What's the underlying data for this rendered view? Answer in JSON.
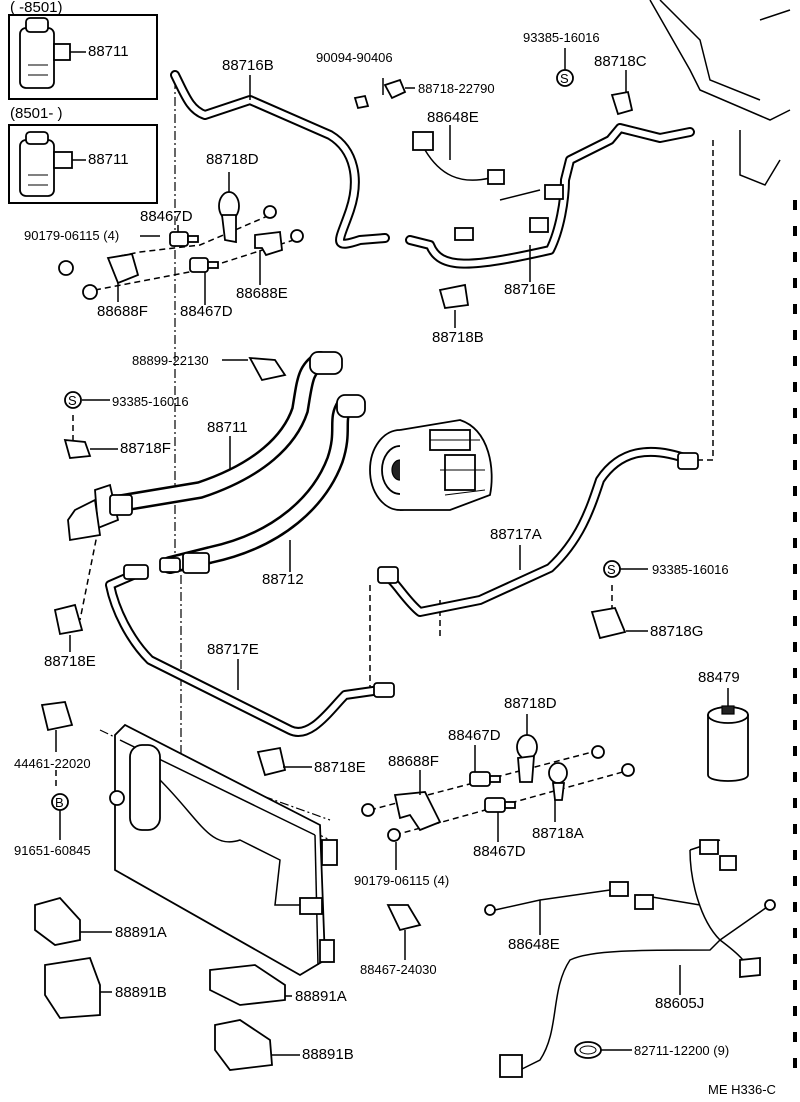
{
  "diagram_code": "ME H336-C",
  "inset_boxes": [
    {
      "range": "(       -8501)",
      "part": "88711"
    },
    {
      "range": "(8501-          )",
      "part": "88711"
    }
  ],
  "labels": {
    "p88716B": "88716B",
    "p90094": "90094-90406",
    "p88718_22790": "88718-22790",
    "p93385_top": "93385-16016",
    "p88718C": "88718C",
    "p88648E_top": "88648E",
    "p88718D_top": "88718D",
    "p88467D_a": "88467D",
    "p90179_top": "90179-06115 (4)",
    "p88688E": "88688E",
    "p88688F_top": "88688F",
    "p88467D_b": "88467D",
    "p88716E": "88716E",
    "p88718B": "88718B",
    "p88899": "88899-22130",
    "p93385_left": "93385-16016",
    "p88718F": "88718F",
    "p88711": "88711",
    "p88712": "88712",
    "p88717A": "88717A",
    "p93385_right": "93385-16016",
    "p88718G": "88718G",
    "p88718E_left": "88718E",
    "p88717E": "88717E",
    "p88479": "88479",
    "p44461": "44461-22020",
    "p88718E_mid": "88718E",
    "p88718D_low": "88718D",
    "p88467D_c": "88467D",
    "p88688F_low": "88688F",
    "p88718A": "88718A",
    "p88467D_d": "88467D",
    "p91651": "91651-60845",
    "p90179_low": "90179-06115 (4)",
    "p88891A_a": "88891A",
    "p88467_24030": "88467-24030",
    "p88648E_low": "88648E",
    "p88891B_a": "88891B",
    "p88891A_b": "88891A",
    "p88605J": "88605J",
    "p88891B_b": "88891B",
    "p82711": "82711-12200 (9)"
  },
  "symbols": {
    "s": "S",
    "b": "B"
  }
}
